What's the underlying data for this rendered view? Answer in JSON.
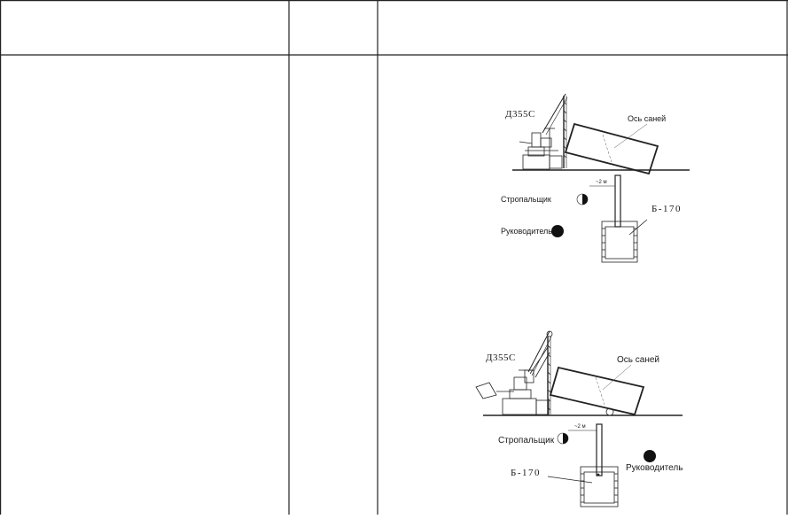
{
  "table": {
    "header_cells": [
      "",
      "",
      ""
    ],
    "body_cells": [
      "",
      ""
    ]
  },
  "diagram_top": {
    "crane_label": "Д355С",
    "axis_label": "Ось саней",
    "slinger_label": "Стропальщик",
    "vehicle_label": "Б-170",
    "leader_label": "Руководитель"
  },
  "diagram_bottom": {
    "crane_label": "Д355С",
    "axis_label": "Ось саней",
    "slinger_label": "Стропальщик",
    "vehicle_label": "Б-170",
    "leader_label": "Руководитель"
  }
}
